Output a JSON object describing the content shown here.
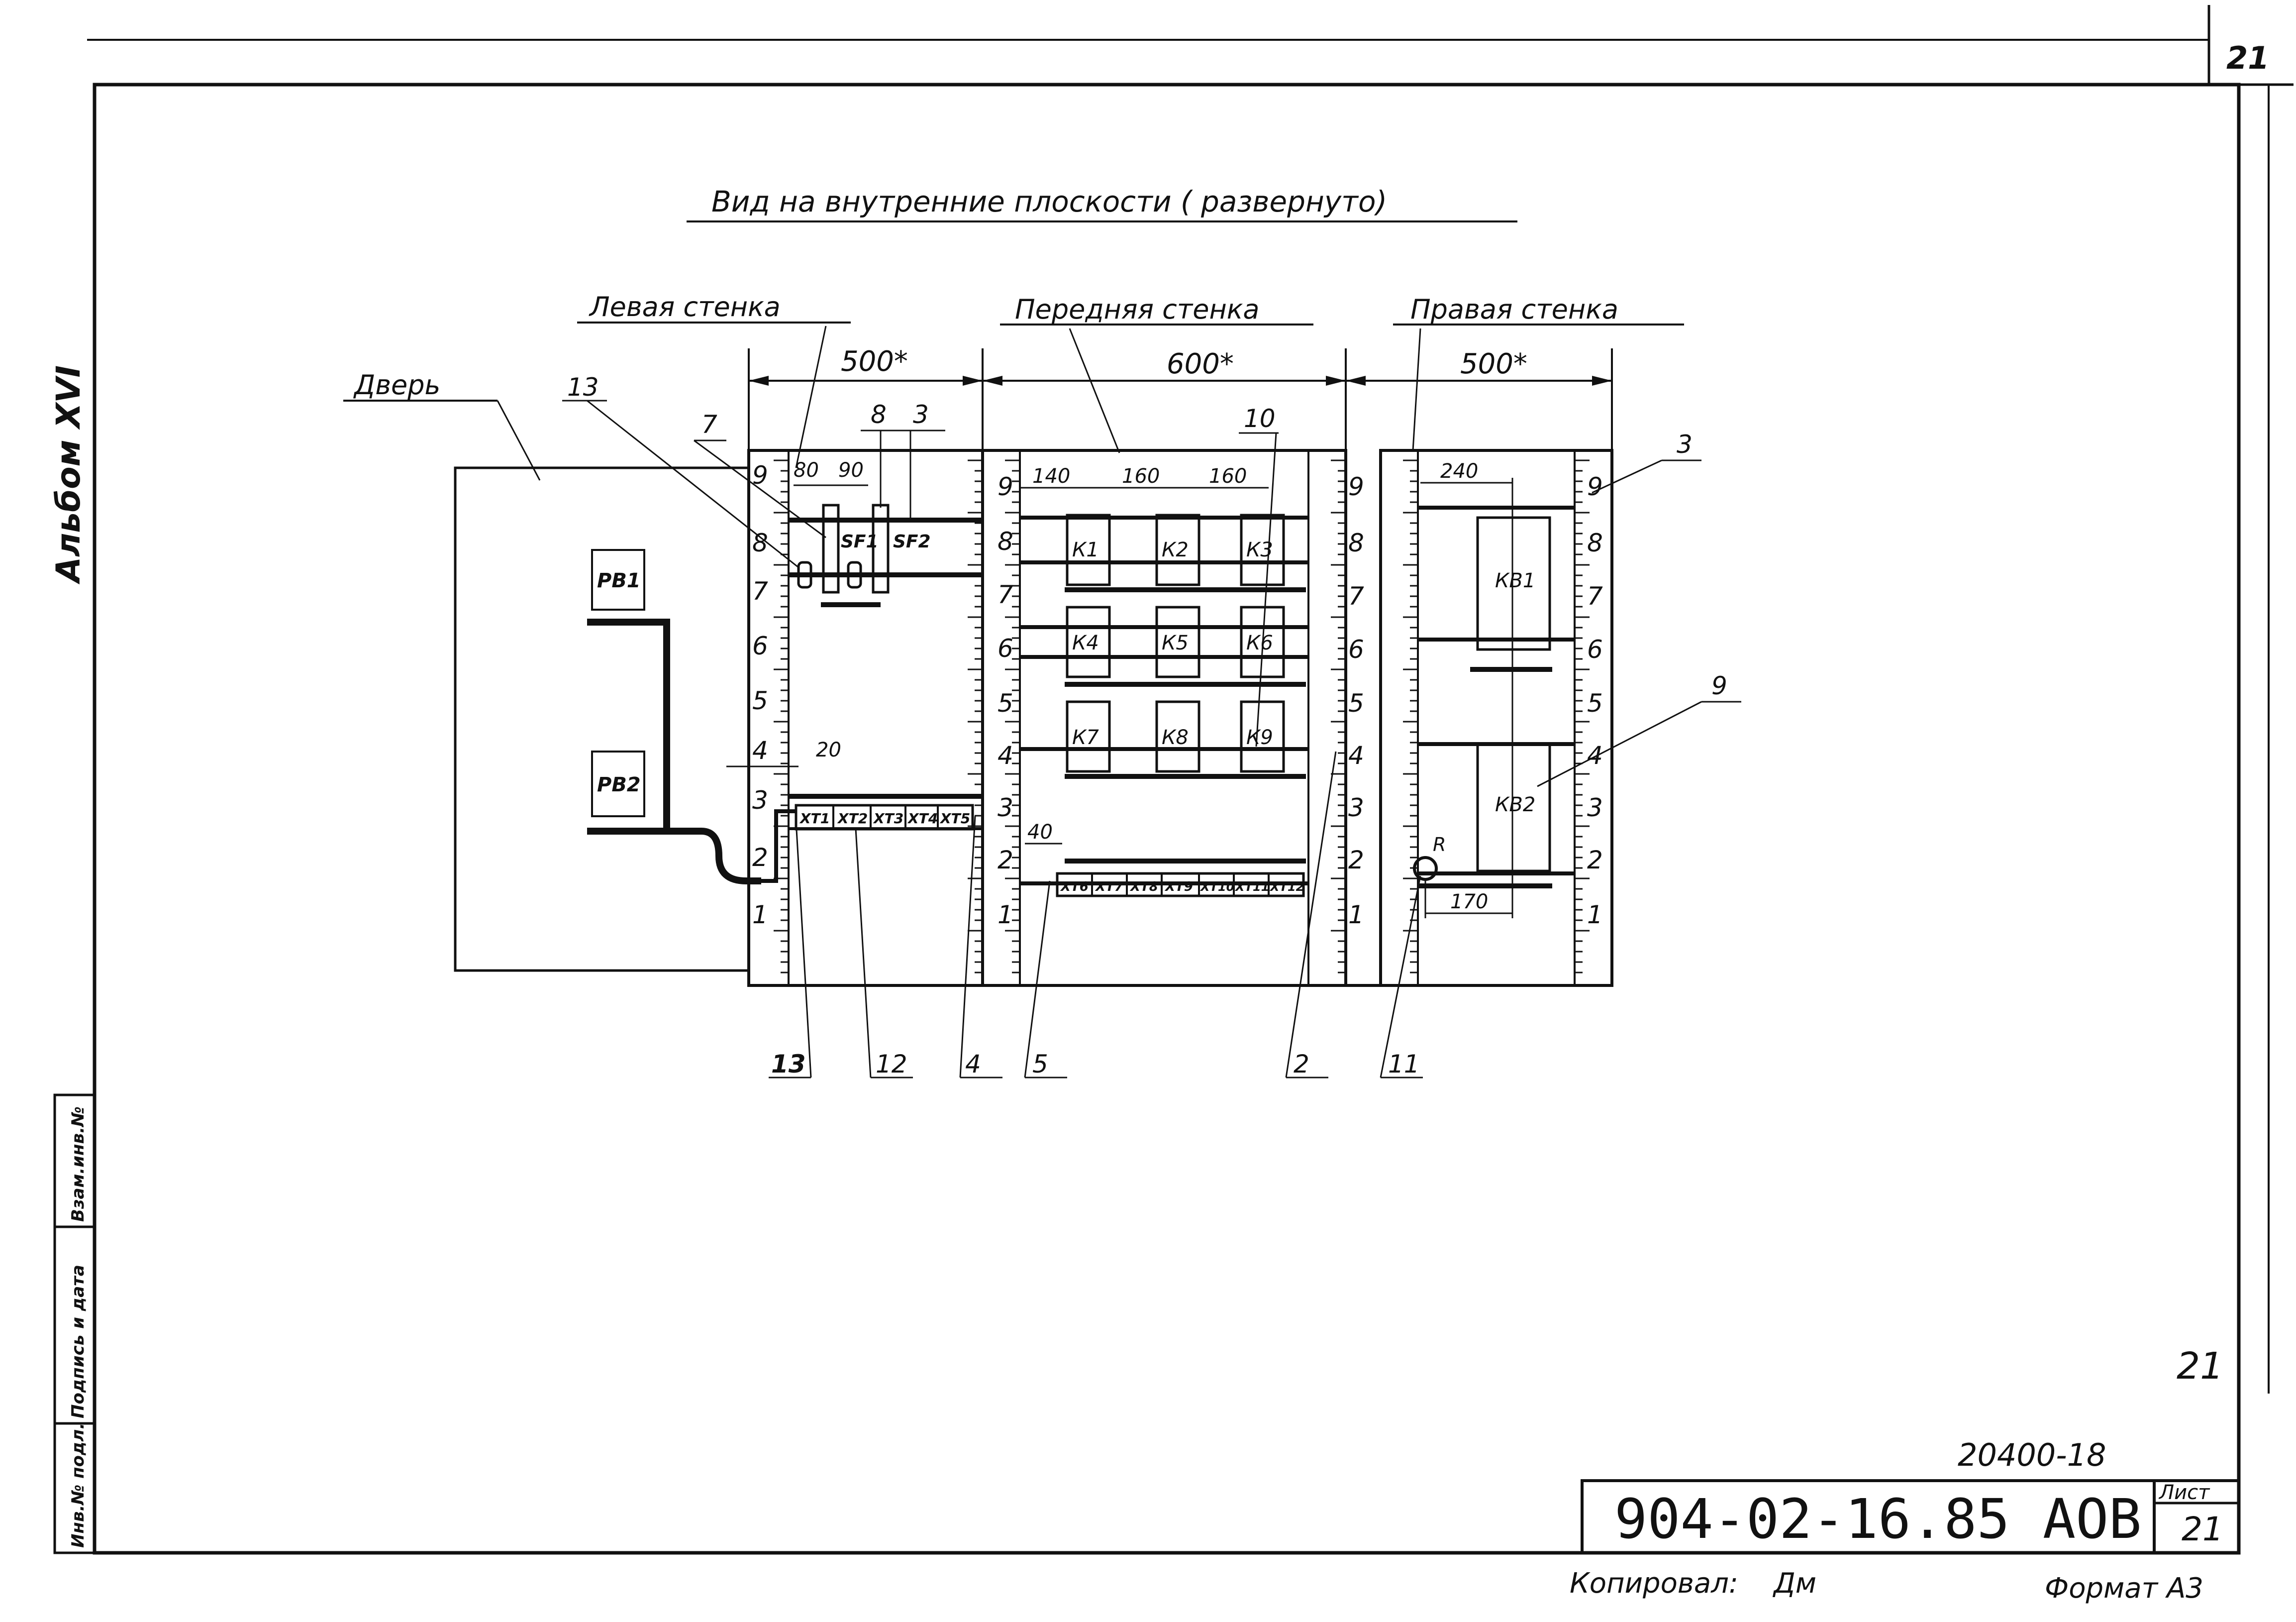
{
  "sheet": {
    "corner_sheet_no": "21",
    "side_album": "Альбом XVI",
    "title": "Вид на внутренние плоскости ( развернуто)",
    "page_mark": "21",
    "reg_number": "20400-18",
    "doc_code": "904-02-16.85 АОВ",
    "list_label": "Лист",
    "list_value": "21",
    "copied_by": "Копировал:",
    "copied_sign": "Дм",
    "format": "Формат А3",
    "stamp": [
      "Инв.№ подл.",
      "Подпись и дата",
      "Взам.инв.№"
    ]
  },
  "walls": {
    "door": "Дверь",
    "left": "Левая стенка",
    "front": "Передняя стенка",
    "right": "Правая стенка"
  },
  "dimensions": {
    "left_width": "500*",
    "front_width": "600*",
    "right_width": "500*",
    "d80": "80",
    "d90": "90",
    "d20": "20",
    "d140": "140",
    "d160a": "160",
    "d160b": "160",
    "d40": "40",
    "d240": "240",
    "d170": "170"
  },
  "scale_marks": [
    "9",
    "8",
    "7",
    "6",
    "5",
    "4",
    "3",
    "2",
    "1"
  ],
  "devices": {
    "pb": [
      "РВ1",
      "РВ2"
    ],
    "sf": [
      "SF1",
      "SF2"
    ],
    "k": [
      "К1",
      "К2",
      "К3",
      "К4",
      "К5",
      "К6",
      "К7",
      "К8",
      "К9"
    ],
    "kb": [
      "КВ1",
      "КВ2"
    ],
    "xt_left": [
      "ХТ1",
      "ХТ2",
      "ХТ3",
      "ХТ4",
      "ХТ5"
    ],
    "xt_front": [
      "ХТ6",
      "ХТ7",
      "ХТ8",
      "ХТ9",
      "ХТ10",
      "ХТ11",
      "ХТ12"
    ],
    "resistor": "R"
  },
  "callouts": {
    "c13_top": "13",
    "c7": "7",
    "c8": "8",
    "c3_left": "3",
    "c10": "10",
    "c3_right": "3",
    "c9": "9",
    "c13_bottom": "13",
    "c12": "12",
    "c4": "4",
    "c5": "5",
    "c2": "2",
    "c11": "11"
  }
}
